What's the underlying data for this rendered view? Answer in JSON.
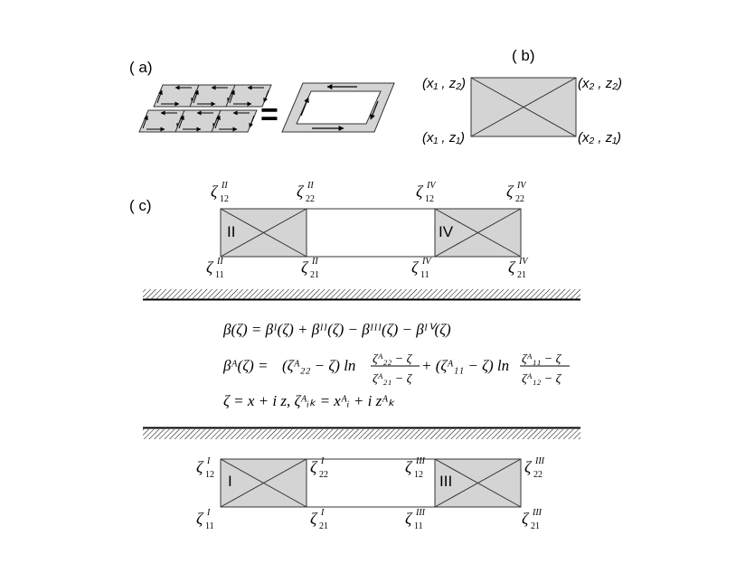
{
  "panels": {
    "a": {
      "label": "( a)"
    },
    "b": {
      "label": "( b)",
      "corners": {
        "top_left": "(x₁ , z₂)",
        "top_right": "(x₂ , z₂)",
        "bottom_left": "(x₁ , z₁)",
        "bottom_right": "(x₂ , z₁)"
      }
    },
    "c": {
      "label": "( c)",
      "top_row": {
        "block_II": {
          "label": "II",
          "sup": "II",
          "corners": {
            "tl": "12",
            "tr": "22",
            "bl": "11",
            "br": "21"
          }
        },
        "block_IV": {
          "label": "IV",
          "sup": "IV",
          "corners": {
            "tl": "12",
            "tr": "22",
            "bl": "11",
            "br": "21"
          }
        }
      },
      "bottom_row": {
        "block_I": {
          "label": "I",
          "sup": "I",
          "corners": {
            "tl": "12",
            "tr": "22",
            "bl": "11",
            "br": "21"
          }
        },
        "block_III": {
          "label": "III",
          "sup": "III",
          "corners": {
            "tl": "12",
            "tr": "22",
            "bl": "11",
            "br": "21"
          }
        }
      }
    }
  },
  "symbols": {
    "zeta": "ζ"
  },
  "equations": {
    "eq1": "β(ζ) = βᴵ(ζ) + βᴵᴵ(ζ) − βᴵᴵᴵ(ζ) − βᴵⱽ(ζ)",
    "eq2_lhs": "βᴬ(ζ) =",
    "eq2_t1": "(ζᴬ₂₂ − ζ) ln",
    "eq2_f1_num": "ζᴬ₂₂ − ζ",
    "eq2_f1_den": "ζᴬ₂₁ − ζ",
    "eq2_t2": "+ (ζᴬ₁₁ − ζ) ln",
    "eq2_f2_num": "ζᴬ₁₁ − ζ",
    "eq2_f2_den": "ζᴬ₁₂ − ζ",
    "eq3": "ζ = x + i z,    ζᴬᵢₖ = xᴬᵢ + i zᴬₖ"
  }
}
